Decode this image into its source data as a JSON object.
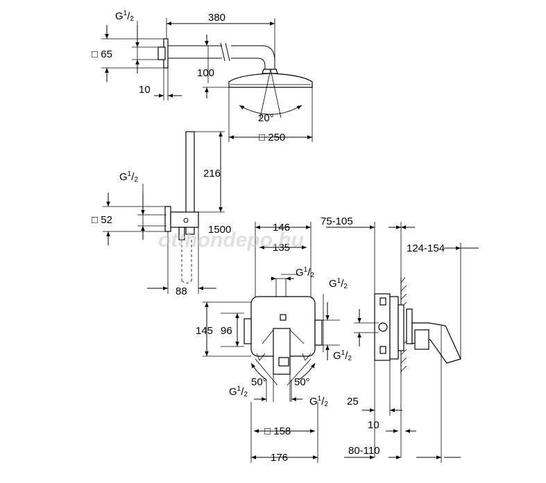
{
  "dimensions": {
    "d380": "380",
    "d100": "100",
    "d10_top": "10",
    "d65": "65",
    "d20deg": "20°",
    "d250": "250",
    "d216": "216",
    "d52": "52",
    "d1500": "1500",
    "d88": "88",
    "d146": "146",
    "d135": "135",
    "d75_105": "75-105",
    "d124_154": "124-154",
    "d145": "145",
    "d96": "96",
    "d50l": "50°",
    "d50r": "50°",
    "d25": "25",
    "d10_bot": "10",
    "d158": "158",
    "d176": "176",
    "d80_110": "80-110"
  },
  "thread": {
    "prefix": "G",
    "num": "1",
    "den": "2"
  },
  "square_symbol": "□",
  "watermark": "otthondepo.hu"
}
